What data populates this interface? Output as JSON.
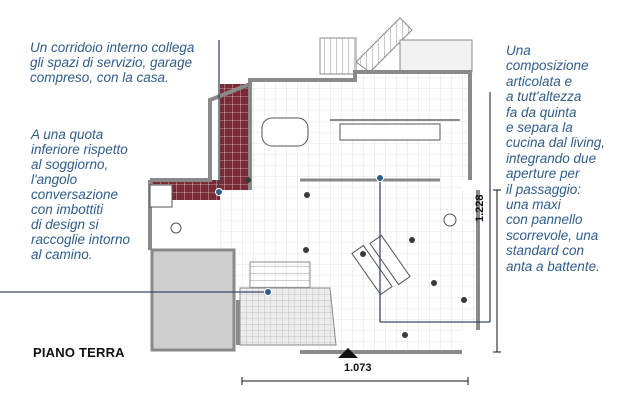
{
  "annotations": {
    "corridor": "Un corridoio interno collega\ngli spazi di servizio, garage\ncompreso, con la casa.",
    "lounge": "A una quota\ninferiore rispetto\nal soggiorno,\nl'angolo\nconversazione\ncon imbottiti\ndi design si\nraccoglie intorno\nal camino.",
    "kitchen": "Una\ncomposizione\narticolata e\na tutt'altezza\nfa da quinta\ne separa la\ncucina dal living,\nintegrando due\naperture per\nil passaggio:\nuna maxi\ncon pannello\nscorrevole, una\nstandard con\nanta a battente."
  },
  "floor_label": "PIANO TERRA",
  "dimensions": {
    "width": "1.073",
    "height": "1.228"
  },
  "colors": {
    "caption": "#2f5d8e",
    "tile_accent": "#7a2a35",
    "wall": "#8a8a8a",
    "leader": "#3a4a6a"
  }
}
